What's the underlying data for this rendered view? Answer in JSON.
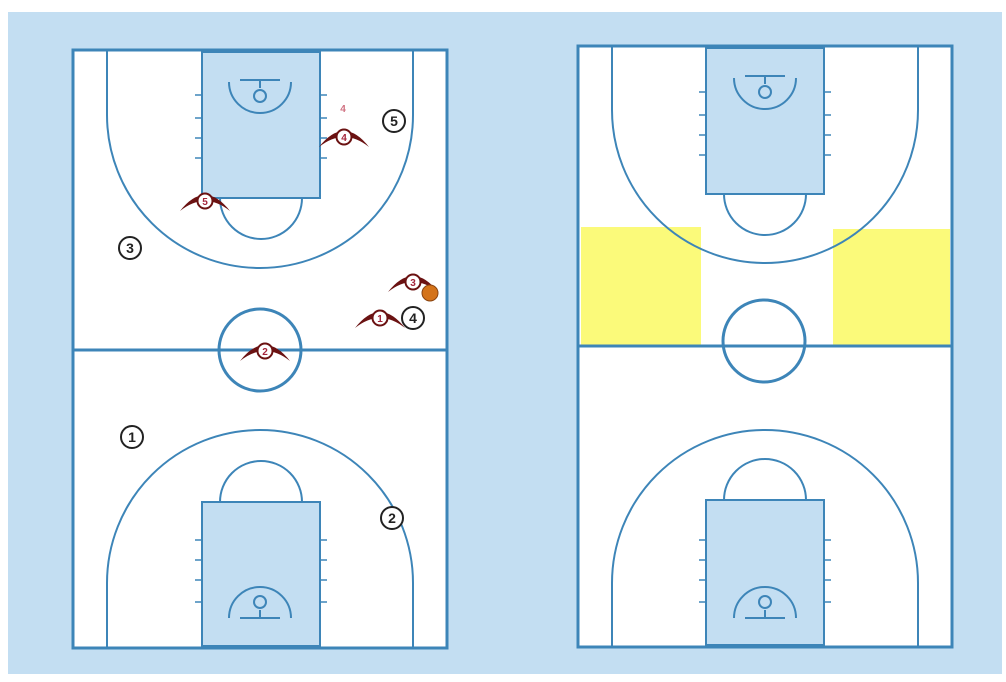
{
  "colors": {
    "background": "#c3def2",
    "court": "#ffffff",
    "paint": "#c3def2",
    "lines": "#3d85b8",
    "defender": "#6b1212",
    "defender_number": "#a5243a",
    "highlight": "#fbfa7a",
    "ball": "#d4731a"
  },
  "left_court": {
    "offense": [
      {
        "id": "offense-5",
        "label": "5"
      },
      {
        "id": "offense-3",
        "label": "3"
      },
      {
        "id": "offense-4",
        "label": "4"
      },
      {
        "id": "offense-1",
        "label": "1"
      },
      {
        "id": "offense-2",
        "label": "2"
      }
    ],
    "defense": [
      {
        "id": "defender-4",
        "label": "4"
      },
      {
        "id": "defender-5",
        "label": "5"
      },
      {
        "id": "defender-3",
        "label": "3"
      },
      {
        "id": "defender-1",
        "label": "1"
      },
      {
        "id": "defender-2",
        "label": "2"
      }
    ],
    "small_marker": {
      "label": "4"
    },
    "ball_holder": "defender-3"
  },
  "right_court": {
    "highlight_zones": [
      "left-wing",
      "right-wing"
    ]
  }
}
